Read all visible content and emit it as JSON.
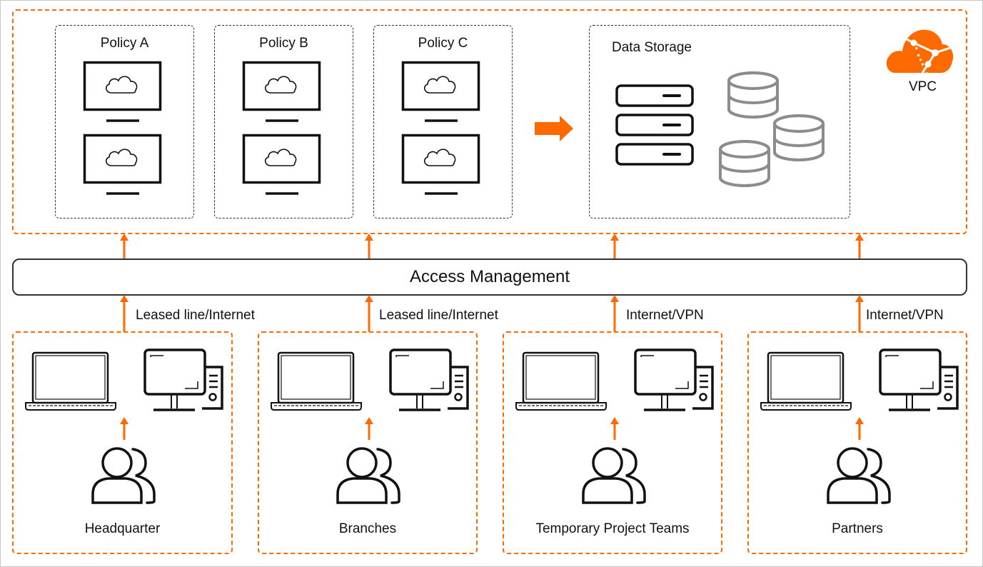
{
  "diagram": {
    "vpc": {
      "label": "VPC",
      "icon": "vpc-cloud-icon",
      "policies": [
        {
          "label": "Policy A",
          "icons": [
            "cloud-desktop-icon",
            "cloud-desktop-icon"
          ]
        },
        {
          "label": "Policy B",
          "icons": [
            "cloud-desktop-icon",
            "cloud-desktop-icon"
          ]
        },
        {
          "label": "Policy C",
          "icons": [
            "cloud-desktop-icon",
            "cloud-desktop-icon"
          ]
        }
      ],
      "flow_arrow": "arrow-right-icon",
      "data_storage": {
        "label": "Data Storage",
        "icons": [
          "server-rack-icon",
          "database-icon"
        ]
      }
    },
    "access_management": {
      "label": "Access Management"
    },
    "connections": [
      {
        "label": "Leased line/Internet"
      },
      {
        "label": "Leased line/Internet"
      },
      {
        "label": "Internet/VPN"
      },
      {
        "label": "Internet/VPN"
      }
    ],
    "user_groups": [
      {
        "label": "Headquarter"
      },
      {
        "label": "Branches"
      },
      {
        "label": "Temporary Project Teams"
      },
      {
        "label": "Partners"
      }
    ],
    "colors": {
      "accent": "#ff6a00",
      "stroke": "#111111",
      "db_gray": "#8c8c8c"
    }
  }
}
